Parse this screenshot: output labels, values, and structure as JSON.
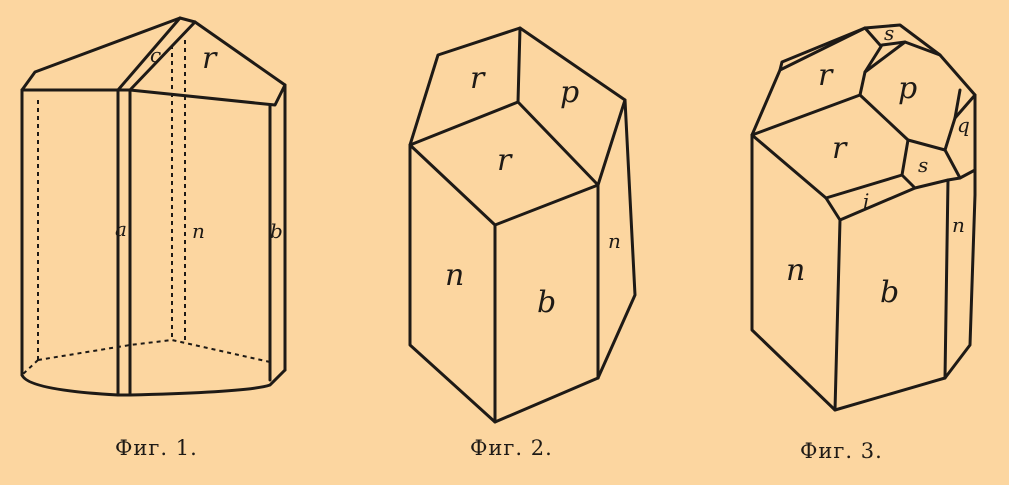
{
  "figures": [
    {
      "caption": "Фиг. 1.",
      "faces": {
        "c": "c",
        "r": "r",
        "a": "a",
        "n": "n",
        "b": "b"
      }
    },
    {
      "caption": "Фиг. 2.",
      "faces": {
        "r_top": "r",
        "p": "p",
        "r_front": "r",
        "n_left": "n",
        "b": "b",
        "n_right": "n"
      }
    },
    {
      "caption": "Фиг. 3.",
      "faces": {
        "s_top": "s",
        "r_top": "r",
        "p": "p",
        "q": "q",
        "r_front": "r",
        "s": "s",
        "i": "i",
        "n_left": "n",
        "b": "b",
        "n_right": "n"
      }
    }
  ]
}
